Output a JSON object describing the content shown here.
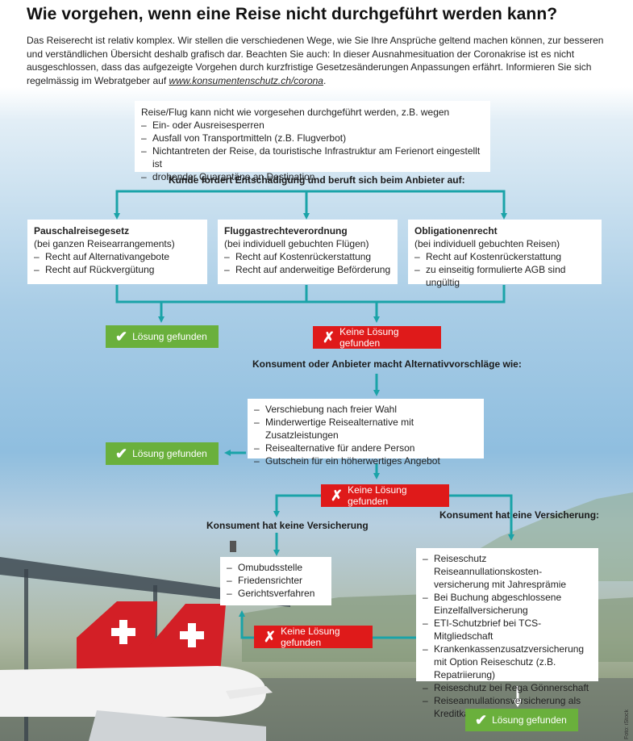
{
  "title": "Wie vorgehen, wenn eine Reise nicht durchgeführt werden kann?",
  "intro": {
    "text": "Das Reiserecht ist relativ komplex. Wir stellen die verschiedenen Wege, wie Sie Ihre Ansprüche geltend machen können, zur besseren und verständlichen Übersicht deshalb grafisch dar. Beachten Sie auch: In dieser Ausnahmesituation der Coronakrise ist es nicht ausgeschlossen, dass das aufgezeigte Vorgehen durch kurzfristige Gesetzesänderungen Anpassungen erfährt. Informieren Sie sich regelmässig im Webratgeber auf ",
    "link": "www.konsumentenschutz.ch/corona",
    "end": "."
  },
  "start_box": {
    "title": "Reise/Flug kann nicht wie vorgesehen durchgeführt werden, z.B. wegen",
    "items": [
      "Ein- oder Ausreisesperren",
      "Ausfall von Transportmitteln (z.B. Flugverbot)",
      "Nichtantreten der Reise, da touristische Infrastruktur am Ferienort eingestellt ist",
      "drohender Quarantäne an Destination"
    ]
  },
  "label_claim": "Kunde fordert Entschädigung und beruft sich beim Anbieter auf:",
  "law_boxes": [
    {
      "title": "Pauschalreisegesetz",
      "subtitle": "(bei ganzen Reisearrangements)",
      "items": [
        "Recht auf Alternativangebote",
        "Recht auf Rückvergütung"
      ]
    },
    {
      "title": "Fluggastrechteverordnung",
      "subtitle": "(bei individuell gebuchten Flügen)",
      "items": [
        "Recht auf Kostenrückerstattung",
        "Recht auf anderweitige Beförderung"
      ]
    },
    {
      "title": "Obligationenrecht",
      "subtitle": "(bei individuell gebuchten Reisen)",
      "items": [
        "Recht auf Kostenrückerstattung",
        "zu einseitig formulierte AGB sind ungültig"
      ]
    }
  ],
  "found_label": "Lösung gefunden",
  "notfound_label": "Keine Lösung gefunden",
  "check_icon": "✔",
  "cross_icon": "✗",
  "label_alternatives": "Konsument oder Anbieter macht Alternativvorschläge wie:",
  "alt_box": {
    "items": [
      "Verschiebung nach freier Wahl",
      "Minderwertige Reisealternative mit Zusatzleistungen",
      "Reisealternative für andere Person",
      "Gutschein für ein höherwertiges Angebot"
    ]
  },
  "label_no_insurance": "Konsument hat keine Versicherung",
  "label_insurance": "Konsument hat eine Versicherung:",
  "no_ins_box": {
    "items": [
      "Omubudsstelle",
      "Friedensrichter",
      "Gerichtsverfahren"
    ]
  },
  "ins_box": {
    "items": [
      "Reiseschutz Reiseannullationskosten­versicherung mit Jahresprämie",
      "Bei Buchung abgeschlossene Einzelfallversicherung",
      "ETI-Schutzbrief bei TCS-Mitgliedschaft",
      "Krankenkassenzusatzversicherung mit Option Reiseschutz (z.B. Repatriierung)",
      "Reiseschutz bei Rega Gönnerschaft",
      "Reiseannullationsversicherung als Kreditkartenoption"
    ]
  },
  "credit": "Foto: iStock",
  "colors": {
    "teal": "#1aa3a8",
    "green": "#6ab03c",
    "red": "#df1a1a"
  }
}
